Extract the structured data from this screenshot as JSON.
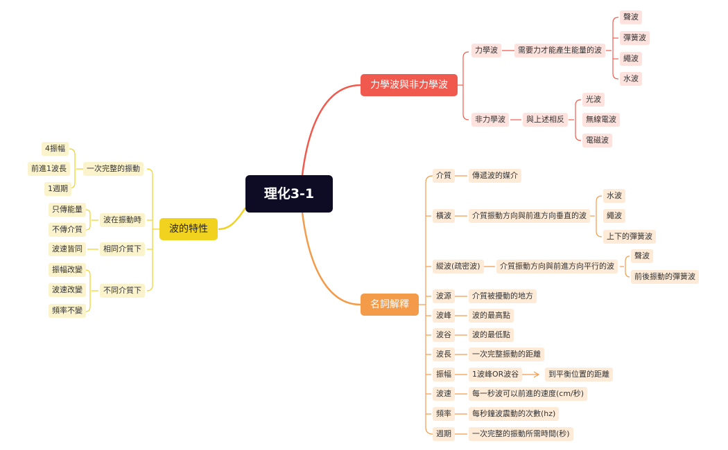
{
  "root": "理化3-1",
  "colors": {
    "root": "#0e0c24",
    "mechanical": "#f05a4e",
    "terms": "#f49b4a",
    "properties": "#f1d21e"
  },
  "mechanical": {
    "title": "力學波與非力學波",
    "mech": {
      "label": "力學波",
      "desc": "需要力才能產生能量的波",
      "items": [
        "聲波",
        "彈簧波",
        "繩波",
        "水波"
      ]
    },
    "nonmech": {
      "label": "非力學波",
      "desc": "與上述相反",
      "items": [
        "光波",
        "無線電波",
        "電磁波"
      ]
    }
  },
  "terms": {
    "title": "名詞解釋",
    "medium": {
      "label": "介質",
      "desc": "傳遞波的媒介"
    },
    "transverse": {
      "label": "橫波",
      "desc": "介質振動方向與前進方向垂直的波",
      "items": [
        "水波",
        "繩波",
        "上下的彈簧波"
      ]
    },
    "longitudinal": {
      "label": "縱波(疏密波)",
      "desc": "介質振動方向與前進方向平行的波",
      "items": [
        "聲波",
        "前後振動的彈簧波"
      ]
    },
    "source": {
      "label": "波源",
      "desc": "介質被擾動的地方"
    },
    "crest": {
      "label": "波峰",
      "desc": "波的最高點"
    },
    "trough": {
      "label": "波谷",
      "desc": "波的最低點"
    },
    "wavelength": {
      "label": "波長",
      "desc": "一次完整振動的距離"
    },
    "amplitude": {
      "label": "振幅",
      "desc": "1波峰OR波谷",
      "extra": "到平衡位置的距離"
    },
    "speed": {
      "label": "波速",
      "desc": "每一秒波可以前進的速度(cm/秒)"
    },
    "frequency": {
      "label": "頻率",
      "desc": "每秒鐘波震動的次數(hz)"
    },
    "period": {
      "label": "週期",
      "desc": "一次完整的振動所需時間(秒)"
    }
  },
  "properties": {
    "title": "波的特性",
    "full_vibration": {
      "label": "一次完整的振動",
      "items": [
        "4振幅",
        "前進1波長",
        "1週期"
      ]
    },
    "vibrating": {
      "label": "波在振動時",
      "items": [
        "只傳能量",
        "不傳介質"
      ]
    },
    "same_medium": {
      "label": "相同介質下",
      "items": [
        "波速皆同"
      ]
    },
    "diff_medium": {
      "label": "不同介質下",
      "items": [
        "振幅改變",
        "波速改變",
        "頻率不變"
      ]
    }
  }
}
